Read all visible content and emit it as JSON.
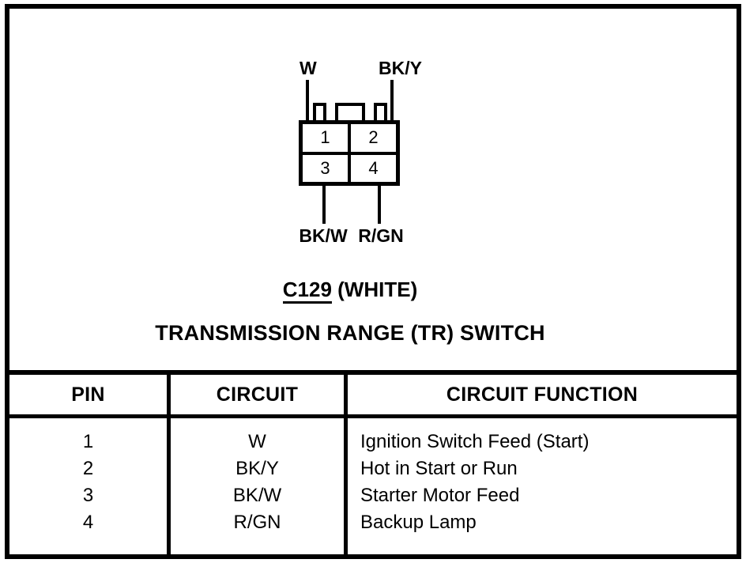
{
  "page": {
    "paper_color": "#ffffff",
    "ink_color": "#000000"
  },
  "connector": {
    "id": "C129",
    "housing_color_note": "(WHITE)",
    "title": "TRANSMISSION RANGE (TR) SWITCH",
    "pins": [
      "1",
      "2",
      "3",
      "4"
    ],
    "top_wires": [
      {
        "label": "W"
      },
      {
        "label": "BK/Y"
      }
    ],
    "bottom_wires": [
      {
        "label": "BK/W"
      },
      {
        "label": "R/GN"
      }
    ]
  },
  "pin_table": {
    "headers": [
      "PIN",
      "CIRCUIT",
      "CIRCUIT FUNCTION"
    ],
    "rows": [
      {
        "pin": "1",
        "circuit": "W",
        "function": "Ignition Switch Feed (Start)"
      },
      {
        "pin": "2",
        "circuit": "BK/Y",
        "function": "Hot in Start or Run"
      },
      {
        "pin": "3",
        "circuit": "BK/W",
        "function": "Starter Motor Feed"
      },
      {
        "pin": "4",
        "circuit": "R/GN",
        "function": "Backup Lamp"
      }
    ]
  }
}
